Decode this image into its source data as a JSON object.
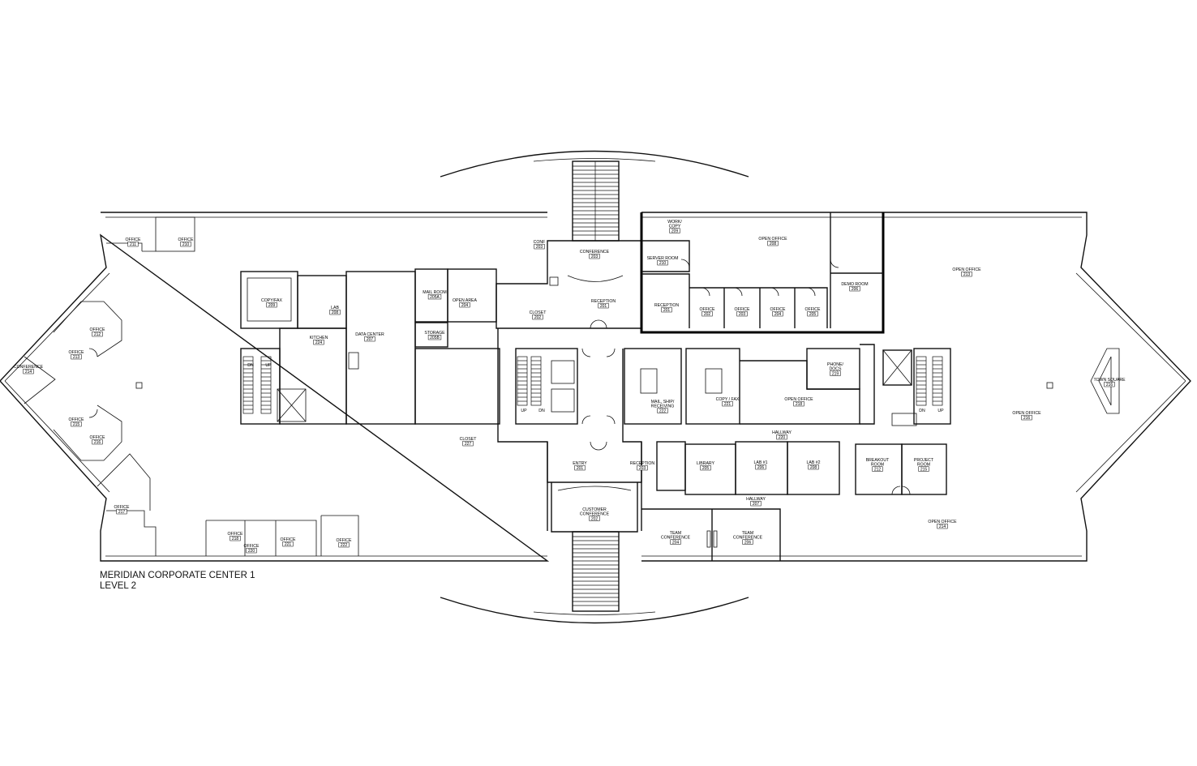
{
  "caption": {
    "building": "MERIDIAN CORPORATE CENTER 1",
    "level": "LEVEL 2"
  },
  "rooms": [
    {
      "id": "r211",
      "name": "OFFICE",
      "number": "211"
    },
    {
      "id": "r210",
      "name": "OFFICE",
      "number": "210"
    },
    {
      "id": "r212",
      "name": "OFFICE",
      "number": "212"
    },
    {
      "id": "r213",
      "name": "OFFICE",
      "number": "213"
    },
    {
      "id": "r214c",
      "name": "CONFERENCE",
      "number": "214"
    },
    {
      "id": "r215",
      "name": "OFFICE",
      "number": "215"
    },
    {
      "id": "r216",
      "name": "OFFICE",
      "number": "216"
    },
    {
      "id": "r217",
      "name": "OFFICE",
      "number": "217"
    },
    {
      "id": "r218o",
      "name": "OFFICE",
      "number": "218"
    },
    {
      "id": "r220",
      "name": "OFFICE",
      "number": "220"
    },
    {
      "id": "r221",
      "name": "OFFICE",
      "number": "221"
    },
    {
      "id": "r222",
      "name": "OFFICE",
      "number": "222"
    },
    {
      "id": "r209",
      "name": "COPY/FAX",
      "number": "209"
    },
    {
      "id": "r208l",
      "name": "LAB",
      "number": "208"
    },
    {
      "id": "r224",
      "name": "KITCHEN",
      "number": "224"
    },
    {
      "id": "r207",
      "name": "DATA CENTER",
      "number": "207"
    },
    {
      "id": "r205m",
      "name": "MAIL ROOM",
      "number": "205A"
    },
    {
      "id": "r204a",
      "name": "OPEN AREA",
      "number": "204"
    },
    {
      "id": "r205b",
      "name": "STORAGE",
      "number": "205B"
    },
    {
      "id": "r203c",
      "name": "CONFERENCE",
      "number": "203"
    },
    {
      "id": "r203s",
      "name": "CONF",
      "number": "203"
    },
    {
      "id": "r201r",
      "name": "RECEPTION",
      "number": "201"
    },
    {
      "id": "r202cl",
      "name": "CLOSET",
      "number": "202"
    },
    {
      "id": "r227",
      "name": "CLOSET",
      "number": "227"
    },
    {
      "id": "r209w",
      "name": "WORK / COPY",
      "number": "209"
    },
    {
      "id": "r210s",
      "name": "SERVER ROOM",
      "number": "210"
    },
    {
      "id": "r208o",
      "name": "OPEN OFFICE",
      "number": "208"
    },
    {
      "id": "r201b",
      "name": "RECEPTION",
      "number": "201"
    },
    {
      "id": "r202o",
      "name": "OFFICE",
      "number": "202"
    },
    {
      "id": "r203o",
      "name": "OFFICE",
      "number": "203"
    },
    {
      "id": "r204o",
      "name": "OFFICE",
      "number": "204"
    },
    {
      "id": "r205o",
      "name": "OFFICE",
      "number": "205"
    },
    {
      "id": "r206d",
      "name": "DEMO ROOM",
      "number": "206"
    },
    {
      "id": "r213oo",
      "name": "OPEN OFFICE",
      "number": "213"
    },
    {
      "id": "r222m",
      "name": "MAIL, SHIP / RECEIVING",
      "number": "222"
    },
    {
      "id": "r221c",
      "name": "COPY / FAX",
      "number": "221"
    },
    {
      "id": "r219p",
      "name": "PHONE / DOCS",
      "number": "219"
    },
    {
      "id": "r218oo",
      "name": "OPEN OFFICE",
      "number": "218"
    },
    {
      "id": "r220h",
      "name": "HALLWAY",
      "number": "220"
    },
    {
      "id": "r201e",
      "name": "ENTRY",
      "number": "201"
    },
    {
      "id": "r203r",
      "name": "RECEPTION",
      "number": "203"
    },
    {
      "id": "r205l",
      "name": "LIBRARY",
      "number": "205"
    },
    {
      "id": "r206l1",
      "name": "LAB #1",
      "number": "206"
    },
    {
      "id": "r208l2",
      "name": "LAB #2",
      "number": "208"
    },
    {
      "id": "r207h",
      "name": "HALLWAY",
      "number": "207"
    },
    {
      "id": "r202cc",
      "name": "CUSTOMER CONFERENCE",
      "number": "202"
    },
    {
      "id": "r204t",
      "name": "TEAM CONFERENCE",
      "number": "204"
    },
    {
      "id": "r206t",
      "name": "TEAM CONFERENCE",
      "number": "206"
    },
    {
      "id": "r212b",
      "name": "BREAKOUT ROOM",
      "number": "212"
    },
    {
      "id": "r215p",
      "name": "PROJECT ROOM",
      "number": "215"
    },
    {
      "id": "r216o",
      "name": "OPEN OFFICE",
      "number": "216"
    },
    {
      "id": "r214o",
      "name": "OPEN OFFICE",
      "number": "214"
    },
    {
      "id": "r216t",
      "name": "TOWN SQUARE",
      "number": "216"
    }
  ],
  "stairs": {
    "up": "UP",
    "down": "DN"
  }
}
